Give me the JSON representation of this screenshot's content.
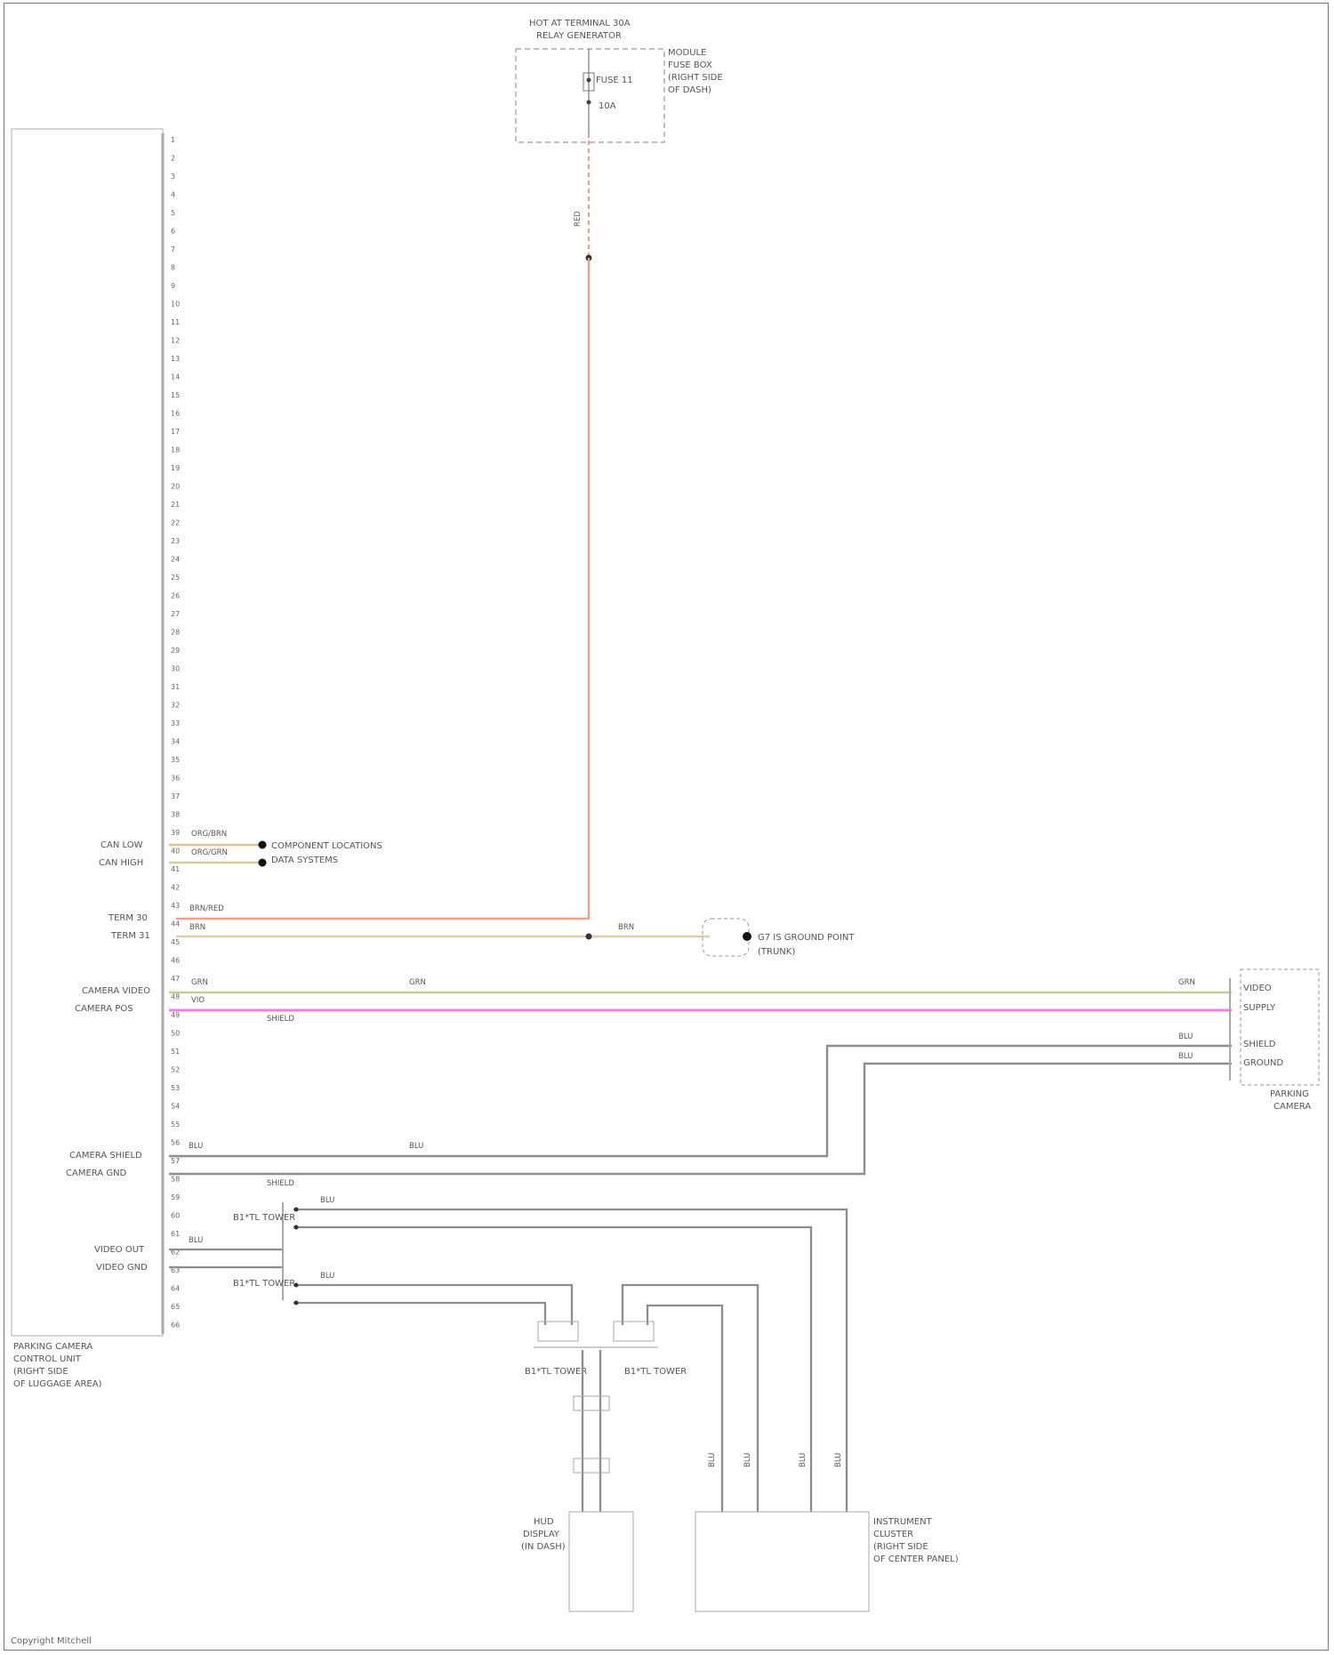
{
  "hot_at_all_times": [
    "HOT AT TERMINAL 30A",
    "RELAY GENERATOR"
  ],
  "fuse_box": {
    "name": [
      "MODULE",
      "FUSE BOX",
      "(RIGHT SIDE",
      "OF DASH)"
    ],
    "fuse": "FUSE 11",
    "amp": "10A"
  },
  "ecu": {
    "name": [
      "PARKING CAMERA",
      "CONTROL UNIT",
      "(RIGHT SIDE",
      "OF LUGGAGE AREA)"
    ],
    "signals": {
      "can_low": "CAN LOW",
      "can_high": "CAN HIGH",
      "term30": "TERM 30",
      "term31": "TERM 31",
      "cam_video": "CAMERA VIDEO",
      "cam_pos": "CAMERA POS",
      "cam_shield": "CAMERA SHIELD",
      "cam_gnd": "CAMERA GND",
      "video_out": "VIDEO OUT",
      "video_gnd": "VIDEO GND"
    }
  },
  "can_notes": [
    "COMPONENT LOCATIONS",
    "DATA SYSTEMS"
  ],
  "ground_note": [
    "G7 IS GROUND POINT",
    "(TRUNK)"
  ],
  "camera": {
    "name": [
      "PARKING",
      "CAMERA"
    ],
    "pins": [
      "VIDEO",
      "SUPPLY",
      "SHIELD",
      "GROUND"
    ]
  },
  "wire_colors": {
    "red": "RED",
    "brn": "BRN",
    "vio": "VIO",
    "blu": "BLU",
    "grn": "GRN",
    "org_grn": "ORG/GRN",
    "org_brn": "ORG/BRN",
    "brn_red": "BRN/RED"
  },
  "connectors": {
    "top_a": "B1*TL TOWER",
    "top_b": "B1*TL TOWER",
    "mid_a": "B1*TL TOWER",
    "mid_b": "B1*TL TOWER",
    "shield": "SHIELD"
  },
  "hud": {
    "name": [
      "HUD",
      "DISPLAY",
      "(IN DASH)"
    ]
  },
  "instrument": {
    "name": [
      "INSTRUMENT",
      "CLUSTER",
      "(RIGHT SIDE",
      "OF CENTER PANEL)"
    ]
  },
  "footer": "Copyright Mitchell",
  "colors": {
    "red_wire": "#f0a08a",
    "brn_wire": "#d8ccaa",
    "grn_wire": "#c7cf8a",
    "vio_wire": "#f07cf0",
    "gray_wire": "#8d8d8d"
  }
}
